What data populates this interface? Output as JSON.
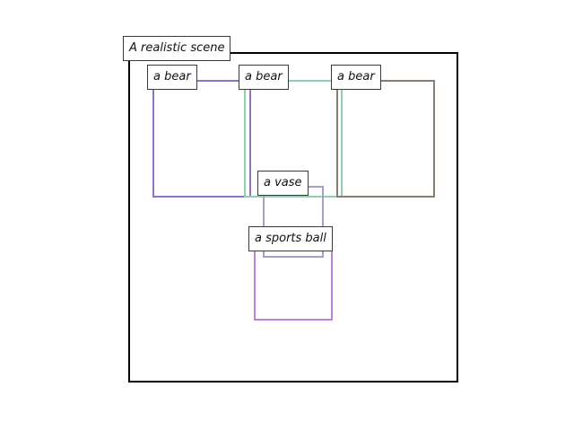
{
  "scene": {
    "label": "A realistic scene",
    "color": "#000000"
  },
  "objects": [
    {
      "label": "a bear",
      "color": "#8f74c6"
    },
    {
      "label": "a bear",
      "color": "#8dcfb4"
    },
    {
      "label": "a bear",
      "color": "#8a7d6f"
    },
    {
      "label": "a vase",
      "color": "#a89fc4"
    },
    {
      "label": "a sports ball",
      "color": "#bb82db"
    }
  ]
}
